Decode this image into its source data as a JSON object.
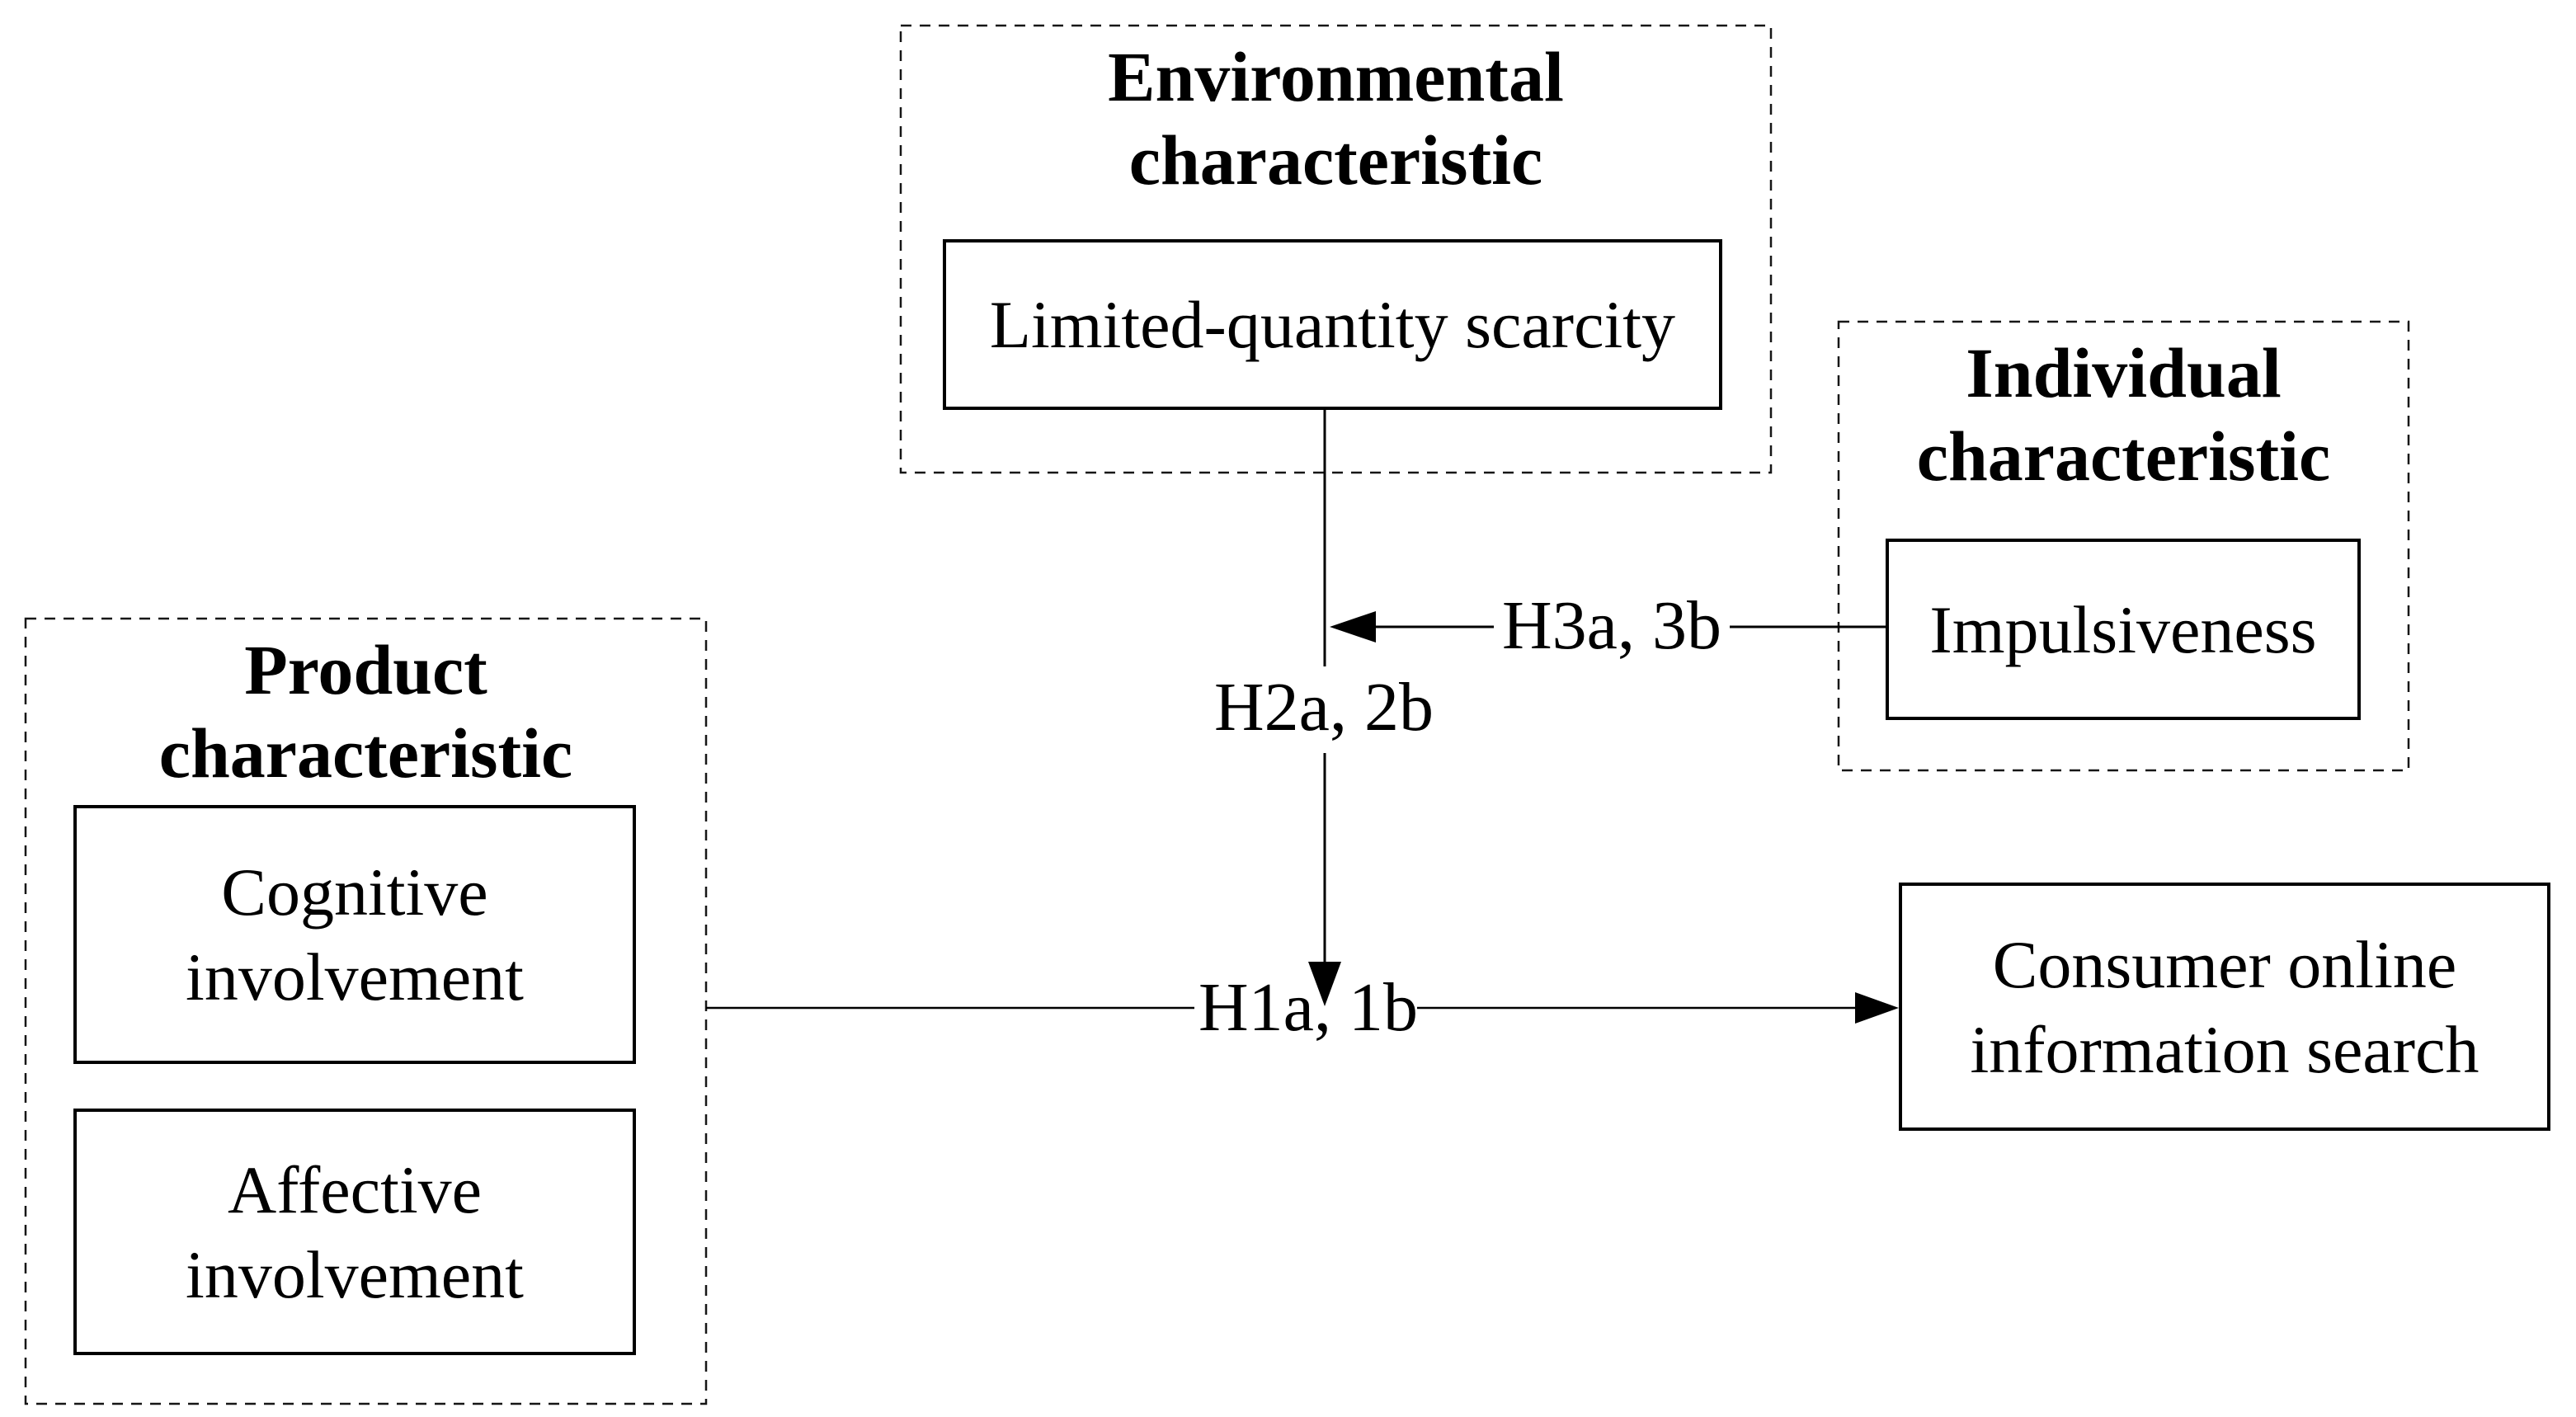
{
  "figure": {
    "background": "#ffffff",
    "line_color": "#000000",
    "dashed_border_color": "#161616",
    "text_color": "#000000"
  },
  "groups": {
    "environmental": {
      "title": "Environmental\ncharacteristic",
      "items": {
        "scarcity": "Limited-quantity scarcity"
      }
    },
    "individual": {
      "title": "Individual\ncharacteristic",
      "items": {
        "impulsiveness": "Impulsiveness"
      }
    },
    "product": {
      "title": "Product\ncharacteristic",
      "items": {
        "cognitive": "Cognitive\ninvolvement",
        "affective": "Affective\ninvolvement"
      }
    }
  },
  "outcome": {
    "label": "Consumer online\ninformation search"
  },
  "hypotheses": {
    "h1": "H1a, 1b",
    "h2": "H2a, 2b",
    "h3": "H3a, 3b"
  }
}
